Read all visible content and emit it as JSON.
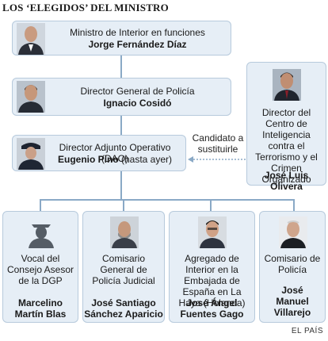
{
  "title": "LOS ‘ELEGIDOS’ DEL MINISTRO",
  "top": [
    {
      "role": "Ministro de Interior en funciones",
      "name": "Jorge Fernández Díaz"
    },
    {
      "role": "Director General de Policía",
      "name": "Ignacio Cosidó"
    },
    {
      "role": "Director Adjunto Operativo (DAO)",
      "name": "Eugenio Pino",
      "name_suffix": " (hasta ayer)"
    }
  ],
  "side": {
    "role": "Director del Centro de Inteligencia contra el Terrorismo y el Crimen Organizado",
    "name": "José Luis Olivera"
  },
  "candidate_note": "Candidato a sustituirle",
  "bottom": [
    {
      "role": "Vocal del Consejo Asesor de la DGP",
      "name": "Marcelino Martín Blas"
    },
    {
      "role": "Comisario General de Policía Judicial",
      "name": "José Santiago Sánchez Aparicio"
    },
    {
      "role": "Agregado de Interior en la Embajada de España en La Haya (Holanda)",
      "name": "José Ángel Fuentes Gago"
    },
    {
      "role": "Comisario de Policía",
      "name": "José Manuel Villarejo"
    }
  ],
  "credit": "EL PAÍS",
  "colors": {
    "box": "#e6eef6",
    "border": "#b7cadc",
    "connector": "#8aa9c6"
  }
}
